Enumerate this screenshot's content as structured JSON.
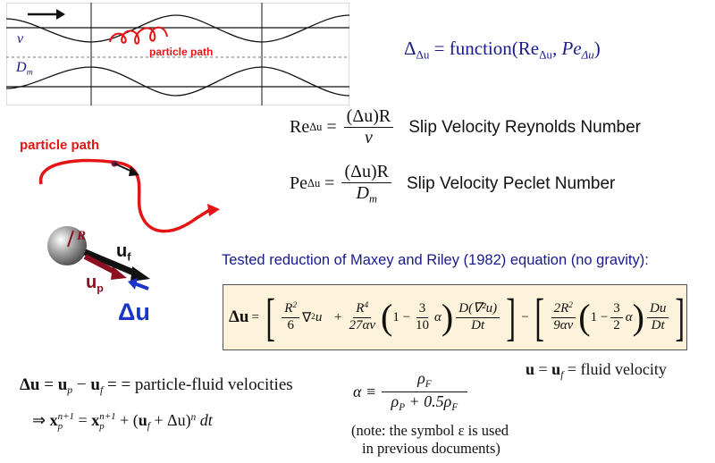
{
  "diagram": {
    "label_nu": "ν",
    "label_dm": "D",
    "label_dm_sub": "m",
    "particle_path_top": "particle path",
    "particle_path_left": "particle path",
    "label_R": "R",
    "label_uf": "u",
    "label_uf_sub": "f",
    "label_up": "u",
    "label_up_sub": "p",
    "label_du": "Δu"
  },
  "eq_function": {
    "delta": "Δ",
    "delta_sub": "Δu",
    "eq": " = function(Re",
    "re_sub": "Δu",
    "pe": ", Pe",
    "pe_sub": "Δu",
    "close": ")"
  },
  "eq_reynolds": {
    "lhs": "Re",
    "lhs_sub": "Δu",
    "num": "(Δu)R",
    "den": "ν",
    "caption": "Slip Velocity Reynolds Number"
  },
  "eq_peclet": {
    "lhs": "Pe",
    "lhs_sub": "Δu",
    "num": "(Δu)R",
    "den": "D",
    "den_sub": "m",
    "caption": "Slip Velocity Peclet Number"
  },
  "maxey_heading": "Tested reduction of Maxey and Riley (1982) equation (no gravity):",
  "maxey": {
    "lhs": "Δu",
    "t1_num": "R",
    "t1_num_sup": "2",
    "t1_den": "6",
    "nabla_u": "∇",
    "t2_num": "R",
    "t2_num_sup": "4",
    "t2_den": "27αν",
    "one_minus": "1 −",
    "c1_num": "3",
    "c1_den": "10",
    "alpha": "α",
    "d1_num": "D(∇²u)",
    "d1_den": "Dt",
    "t3_num": "2R",
    "t3_num_sup": "2",
    "t3_den": "9αν",
    "c2_num": "3",
    "c2_den": "2",
    "d2_num": "Du",
    "d2_den": "Dt"
  },
  "fluid_velocity": {
    "u": "u",
    "eq": " = ",
    "uf": "u",
    "uf_sub": "f",
    "text": " = fluid velocity"
  },
  "slip_def": {
    "du": "Δu",
    "eq": " = ",
    "up": "u",
    "up_sub": "p",
    "minus": " − ",
    "uf": "u",
    "uf_sub": "f",
    "text": " = particle-fluid velocities"
  },
  "update_eq": {
    "arrow": "⇒",
    "x": "x",
    "x_sup": "n+1",
    "x_sub": "p",
    "eq": " = ",
    "x2": "x",
    "x2_sup": "n+1",
    "x2_sub": "p",
    "plus": " + (",
    "uf": "u",
    "uf_sub": "f",
    "plus2": " + Δu)",
    "pow": "n",
    "dt": " dt"
  },
  "alpha_def": {
    "alpha": "α ≡",
    "num": "ρ",
    "num_sub": "F",
    "den_a": "ρ",
    "den_a_sub": "P",
    "den_b": " + 0.5ρ",
    "den_b_sub": "F"
  },
  "note": {
    "line1": "(note: the symbol ε is used",
    "line2": "in previous documents)"
  },
  "colors": {
    "red": "#e41414",
    "navy": "#1a1a8c",
    "dark_red": "#8b1020",
    "box_fill": "#fdf2da",
    "blue_arrow": "#1b35c8"
  }
}
